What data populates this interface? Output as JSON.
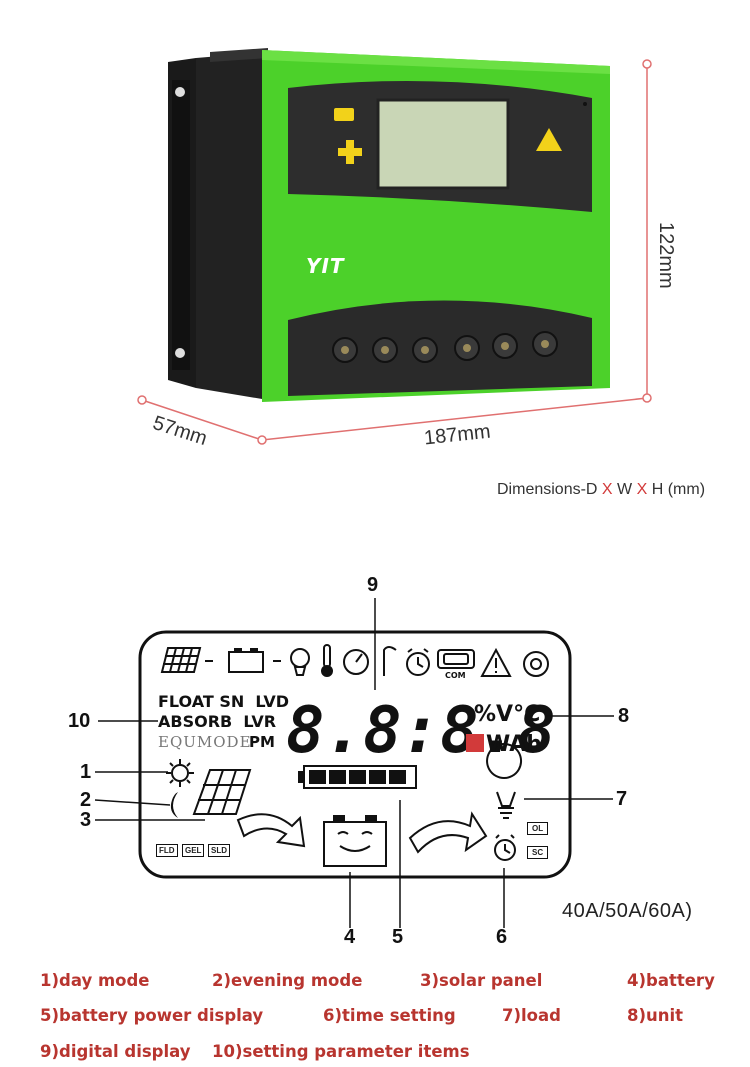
{
  "product": {
    "brand": "YIT",
    "dimensions": {
      "width": "187mm",
      "depth": "57mm",
      "height": "122mm"
    },
    "caption": {
      "prefix": "Dimensions-D ",
      "x1": "X",
      "mid": " W ",
      "x2": "X",
      "suffix": " H (mm)"
    }
  },
  "lcd": {
    "mode_labels": {
      "row1": "FLOAT SN  LVD",
      "row2": "ABSORB  LVR",
      "row3a": "EQUMODE",
      "row3b": "PM"
    },
    "digits": "8.8:8.8",
    "units_top": "%V°C",
    "units_bottom": "WAh",
    "com_label": "COM",
    "battery_types": [
      "FLD",
      "GEL",
      "SLD"
    ],
    "status_boxes": [
      "OL",
      "SC"
    ],
    "callouts": [
      "1",
      "2",
      "3",
      "4",
      "5",
      "6",
      "7",
      "8",
      "9",
      "10"
    ]
  },
  "model_text": "40A/50A/60A)",
  "legend": [
    "1)day mode",
    "2)evening mode",
    "3)solar panel",
    "4)battery",
    "5)battery power display",
    "6)time setting",
    "7)load",
    "8)unit",
    "9)digital display",
    "10)setting parameter items"
  ],
  "colors": {
    "body_green": "#4cd12a",
    "accent_red": "#d23a3a",
    "legend_red": "#b8352f",
    "button_yellow": "#f2d21a"
  }
}
